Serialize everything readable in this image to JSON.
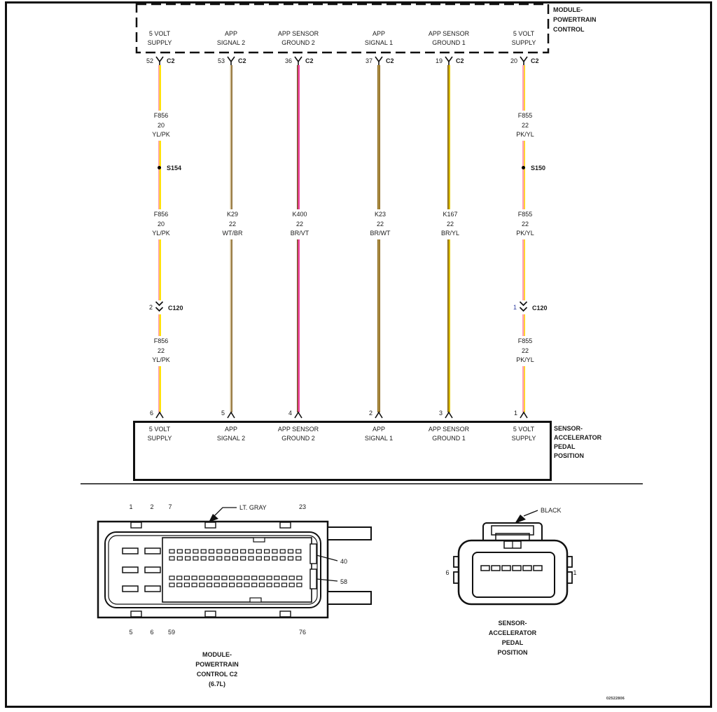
{
  "pcm": {
    "label_lines": [
      "MODULE-",
      "POWERTRAIN",
      "CONTROL"
    ]
  },
  "sensor": {
    "label_lines": [
      "SENSOR-",
      "ACCELERATOR",
      "PEDAL",
      "POSITION"
    ]
  },
  "footer": {
    "doc_number": "02522806"
  },
  "wires": [
    {
      "function_top": [
        "5 VOLT",
        "SUPPLY"
      ],
      "pcm_pin": "52",
      "pcm_connector": "C2",
      "seg1": [
        "F856",
        "20",
        "YL/PK"
      ],
      "splice": "S154",
      "seg2": [
        "F856",
        "20",
        "YL/PK"
      ],
      "inline_pin": "2",
      "inline_connector": "C120",
      "inline_pin_color": "#1a1a1a",
      "seg3": [
        "F856",
        "22",
        "YL/PK"
      ],
      "sensor_pin": "6",
      "function_bottom": [
        "5 VOLT",
        "SUPPLY"
      ],
      "stripes": [
        "#ff9fb3",
        "#ffe208",
        "#ffe208"
      ]
    },
    {
      "function_top": [
        "APP",
        "SIGNAL 2"
      ],
      "pcm_pin": "53",
      "pcm_connector": "C2",
      "seg2": [
        "K29",
        "22",
        "WT/BR"
      ],
      "sensor_pin": "5",
      "function_bottom": [
        "APP",
        "SIGNAL 2"
      ],
      "stripes": [
        "#ece3cd",
        "#b29355",
        "#8f7340"
      ]
    },
    {
      "function_top": [
        "APP SENSOR",
        "GROUND 2"
      ],
      "pcm_pin": "36",
      "pcm_connector": "C2",
      "seg2": [
        "K400",
        "22",
        "BR/VT"
      ],
      "sensor_pin": "4",
      "function_bottom": [
        "APP SENSOR",
        "GROUND 2"
      ],
      "stripes": [
        "#7a5a22",
        "#f03f9e",
        "#f03f9e"
      ]
    },
    {
      "function_top": [
        "APP",
        "SIGNAL 1"
      ],
      "pcm_pin": "37",
      "pcm_connector": "C2",
      "seg2": [
        "K23",
        "22",
        "BR/WT"
      ],
      "sensor_pin": "2",
      "function_bottom": [
        "APP",
        "SIGNAL 1"
      ],
      "stripes": [
        "#8a671b",
        "#cdb46d",
        "#8a671b"
      ]
    },
    {
      "function_top": [
        "APP SENSOR",
        "GROUND 1"
      ],
      "pcm_pin": "19",
      "pcm_connector": "C2",
      "seg2": [
        "K167",
        "22",
        "BR/YL"
      ],
      "sensor_pin": "3",
      "function_bottom": [
        "APP SENSOR",
        "GROUND 1"
      ],
      "stripes": [
        "#8a671b",
        "#b89a17",
        "#e3c900"
      ]
    },
    {
      "function_top": [
        "5 VOLT",
        "SUPPLY"
      ],
      "pcm_pin": "20",
      "pcm_connector": "C2",
      "seg1": [
        "F855",
        "22",
        "PK/YL"
      ],
      "splice": "S150",
      "seg2": [
        "F855",
        "22",
        "PK/YL"
      ],
      "inline_pin": "1",
      "inline_connector": "C120",
      "inline_pin_color": "#2b3a9f",
      "seg3": [
        "F855",
        "22",
        "PK/YL"
      ],
      "sensor_pin": "1",
      "function_bottom": [
        "5 VOLT",
        "SUPPLY"
      ],
      "stripes": [
        "#ff9fb3",
        "#ff9fb3",
        "#ffe208"
      ]
    }
  ],
  "pcm_connector_drawing": {
    "top_pins": [
      "1",
      "2",
      "7",
      "23"
    ],
    "bottom_pins": [
      "5",
      "6",
      "59",
      "76"
    ],
    "side_pins": [
      "40",
      "58"
    ],
    "color_label": "LT. GRAY",
    "caption_lines": [
      "MODULE-",
      "POWERTRAIN",
      "CONTROL C2",
      "(6.7L)"
    ]
  },
  "app_connector_drawing": {
    "color_label": "BLACK",
    "left_pin": "6",
    "right_pin": "1",
    "caption_lines": [
      "SENSOR-",
      "ACCELERATOR",
      "PEDAL",
      "POSITION"
    ]
  }
}
